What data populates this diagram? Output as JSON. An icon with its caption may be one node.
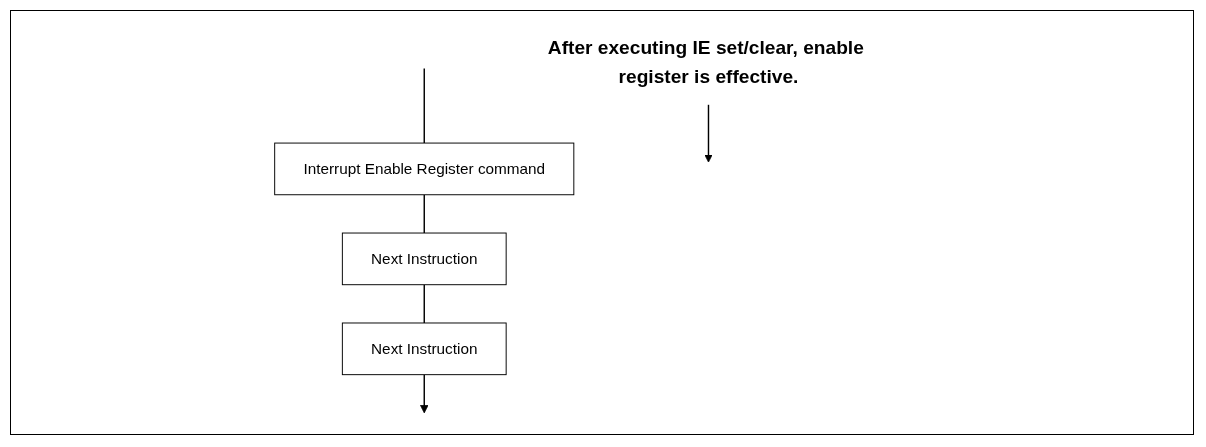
{
  "diagram": {
    "nodes": [
      {
        "text": [
          "Interrupt Enable Register command"
        ]
      },
      {
        "text": [
          "Next Instruction"
        ]
      },
      {
        "text": [
          "Next Instruction"
        ]
      },
      {
        "text": [
          "After executing IE set/clear, enable register is effective."
        ]
      }
    ],
    "edges": [
      {
        "from": null,
        "to": 0,
        "arrow": "none"
      },
      {
        "from": 0,
        "to": 1,
        "arrow": "none"
      },
      {
        "from": 1,
        "to": 2,
        "arrow": "none"
      },
      {
        "from": 2,
        "to": null,
        "arrow": "to"
      },
      {
        "from": 3,
        "to": null,
        "arrow": "to"
      }
    ]
  }
}
